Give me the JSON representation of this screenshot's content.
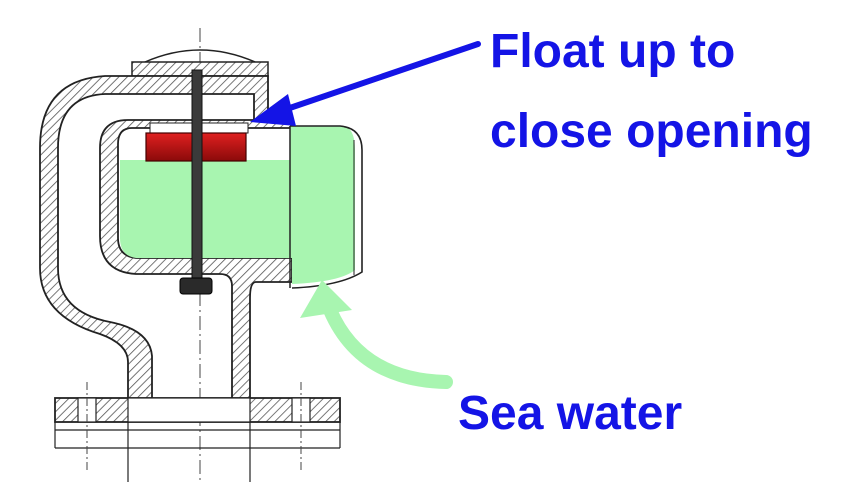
{
  "labels": {
    "float_line1": "Float up to",
    "float_line2": "close opening",
    "sea_water": "Sea water"
  },
  "colors": {
    "label_text": "#1414e6",
    "arrow": "#1414e6",
    "water": "#a8f5b0",
    "float": "#c81818",
    "hatch": "#555555",
    "outline": "#222222",
    "flow_arrow": "#a8f5b0"
  }
}
